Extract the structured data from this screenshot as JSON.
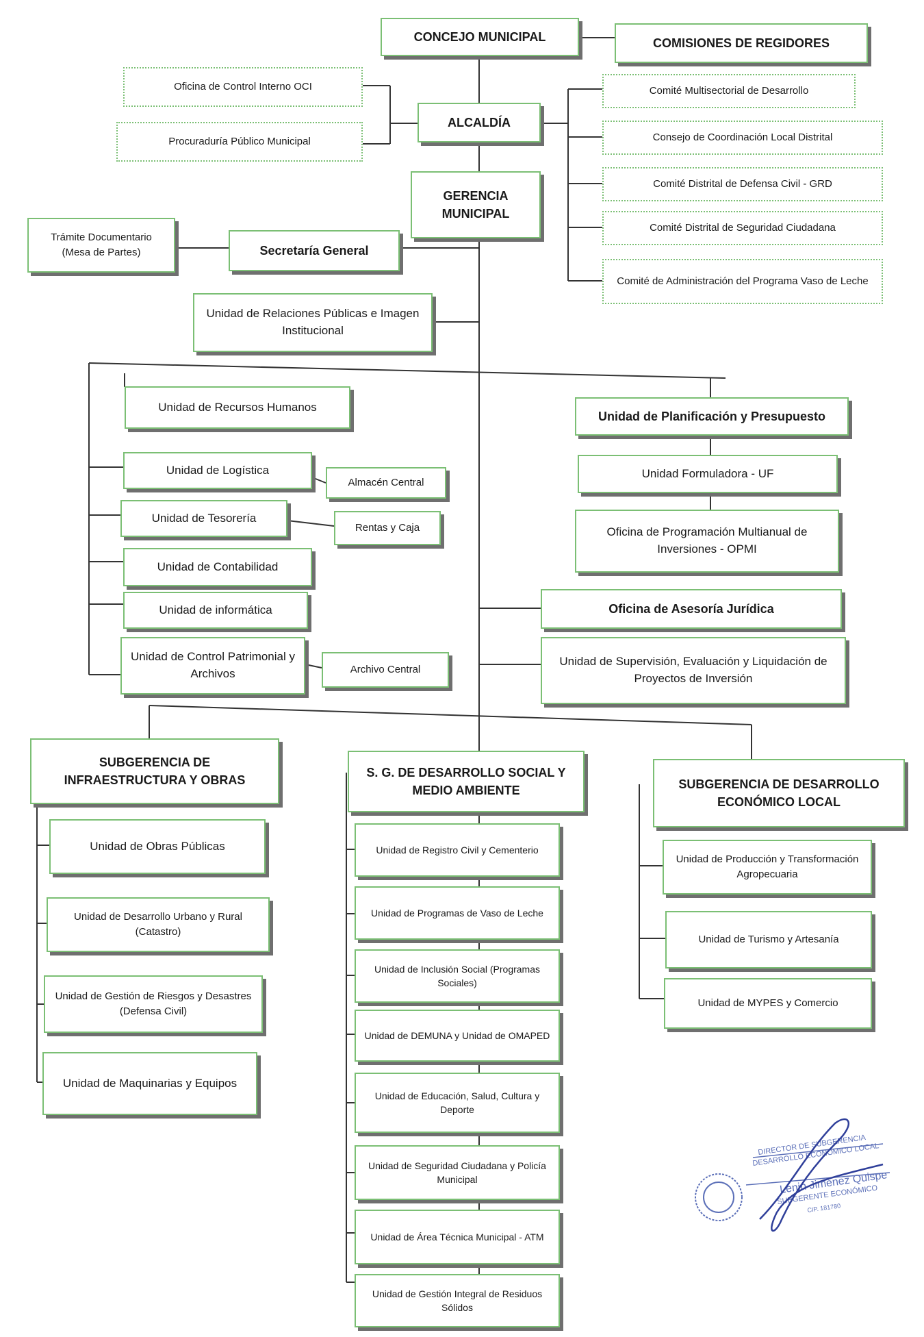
{
  "boxes": {
    "concejo": "CONCEJO MUNICIPAL",
    "comisiones": "COMISIONES DE REGIDORES",
    "oci": "Oficina de Control Interno OCI",
    "procuraduria": "Procuraduría Público Municipal",
    "alcaldia": "ALCALDÍA",
    "comite_multisectorial": "Comité Multisectorial de Desarrollo",
    "consejo_coordinacion": "Consejo de Coordinación Local Distrital",
    "comite_defensa_civil": "Comité Distrital de Defensa Civil - GRD",
    "comite_seguridad": "Comité Distrital de Seguridad Ciudadana",
    "comite_vaso_leche": "Comité de Administración del Programa Vaso de Leche",
    "gerencia": "GERENCIA MUNICIPAL",
    "tramite": "Trámite Documentario (Mesa de Partes)",
    "secretaria": "Secretaría General",
    "relaciones_publicas": "Unidad de Relaciones Públicas e Imagen Institucional",
    "recursos_humanos": "Unidad de Recursos Humanos",
    "planificacion": "Unidad de Planificación y Presupuesto",
    "logistica": "Unidad de Logística",
    "almacen": "Almacén Central",
    "formuladora": "Unidad Formuladora - UF",
    "tesoreria": "Unidad de Tesorería",
    "rentas": "Rentas y Caja",
    "opmi": "Oficina de Programación Multianual de Inversiones - OPMI",
    "contabilidad": "Unidad de Contabilidad",
    "informatica": "Unidad de informática",
    "asesoria": "Oficina de Asesoría Jurídica",
    "control_patrimonial": "Unidad de Control Patrimonial y Archivos",
    "archivo": "Archivo Central",
    "supervision": "Unidad de Supervisión, Evaluación y Liquidación de Proyectos de Inversión",
    "sg_infraestructura": "SUBGERENCIA DE INFRAESTRUCTURA Y OBRAS",
    "sg_social": "S. G. DE DESARROLLO SOCIAL Y MEDIO AMBIENTE",
    "sg_economico": "SUBGERENCIA DE DESARROLLO ECONÓMICO LOCAL",
    "obras_publicas": "Unidad de Obras Públicas",
    "desarrollo_urbano": "Unidad de Desarrollo Urbano y Rural (Catastro)",
    "gestion_riesgos": "Unidad de Gestión de Riesgos y Desastres (Defensa Civil)",
    "maquinarias": "Unidad de Maquinarias y Equipos",
    "registro_civil": "Unidad de Registro Civil y Cementerio",
    "programas_vaso": "Unidad de Programas de Vaso de Leche",
    "inclusion_social": "Unidad de Inclusión Social (Programas Sociales)",
    "demuna": "Unidad de DEMUNA y Unidad de OMAPED",
    "educacion": "Unidad de Educación, Salud, Cultura y Deporte",
    "seguridad_ciudadana": "Unidad de Seguridad Ciudadana y Policía Municipal",
    "area_tecnica": "Unidad de Área Técnica Municipal - ATM",
    "residuos": "Unidad de Gestión Integral de Residuos Sólidos",
    "produccion": "Unidad de Producción y Transformación Agropecuaria",
    "turismo": "Unidad de Turismo y Artesanía",
    "mypes": "Unidad de MYPES y Comercio"
  },
  "stamp": {
    "line1": "DIRECTOR DE SUBGERENCIA",
    "line2": "DESARROLLO ECONÓMICO LOCAL",
    "name": "Lenin Jiménez Quispe",
    "role": "SUBGERENTE ECONÓMICO",
    "reg": "CIP. 181780"
  },
  "colors": {
    "border": "#7bbf74",
    "line": "#333333",
    "shadow": "#6f6f6f"
  }
}
